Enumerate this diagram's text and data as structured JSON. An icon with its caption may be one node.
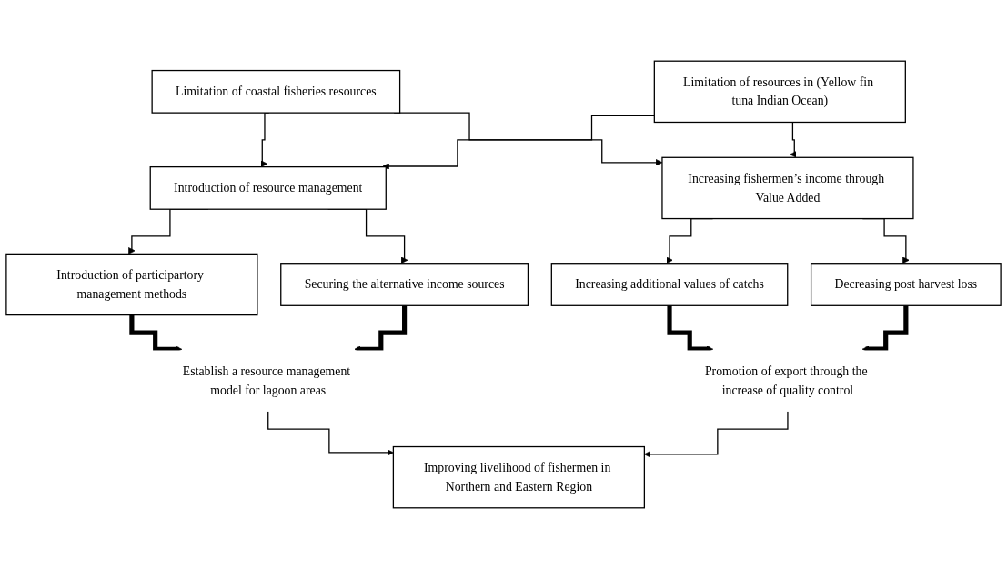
{
  "diagram": {
    "nodes": [
      {
        "text": [
          "Limitation of coastal fisheries resources"
        ]
      },
      {
        "text": [
          "Limitation of resources in (Yellow fin tuna Indian Ocean)"
        ]
      },
      {
        "text": [
          "Introduction of resource management"
        ]
      },
      {
        "text": [
          "Increasing fishermen’s income through Value Added"
        ]
      },
      {
        "text": [
          "Introduction of participartory management methods"
        ]
      },
      {
        "text": [
          "Securing the alternative income sources"
        ]
      },
      {
        "text": [
          "Increasing additional values of catchs"
        ]
      },
      {
        "text": [
          "Decreasing post harvest loss"
        ]
      },
      {
        "text": [
          "Establish a resource management model for lagoon areas"
        ]
      },
      {
        "text": [
          "Promotion of export through the increase of quality control"
        ]
      },
      {
        "text": [
          "Improving livelihood of fishermen in Northern and Eastern Region"
        ]
      }
    ],
    "edges": [
      {
        "from": 0,
        "to": 2,
        "arrow": "to"
      },
      {
        "from": 0,
        "to": 3,
        "arrow": "to"
      },
      {
        "from": 1,
        "to": 2,
        "arrow": "to"
      },
      {
        "from": 1,
        "to": 3,
        "arrow": "to"
      },
      {
        "from": 2,
        "to": 4,
        "arrow": "to"
      },
      {
        "from": 2,
        "to": 5,
        "arrow": "to"
      },
      {
        "from": 3,
        "to": 6,
        "arrow": "to"
      },
      {
        "from": 3,
        "to": 7,
        "arrow": "to"
      },
      {
        "from": 4,
        "to": 8,
        "arrow": "to",
        "style": "thick"
      },
      {
        "from": 5,
        "to": 8,
        "arrow": "to",
        "style": "thick"
      },
      {
        "from": 6,
        "to": 9,
        "arrow": "to",
        "style": "thick"
      },
      {
        "from": 7,
        "to": 9,
        "arrow": "to",
        "style": "thick"
      },
      {
        "from": 8,
        "to": 10,
        "arrow": "to"
      },
      {
        "from": 9,
        "to": 10,
        "arrow": "to"
      }
    ]
  }
}
